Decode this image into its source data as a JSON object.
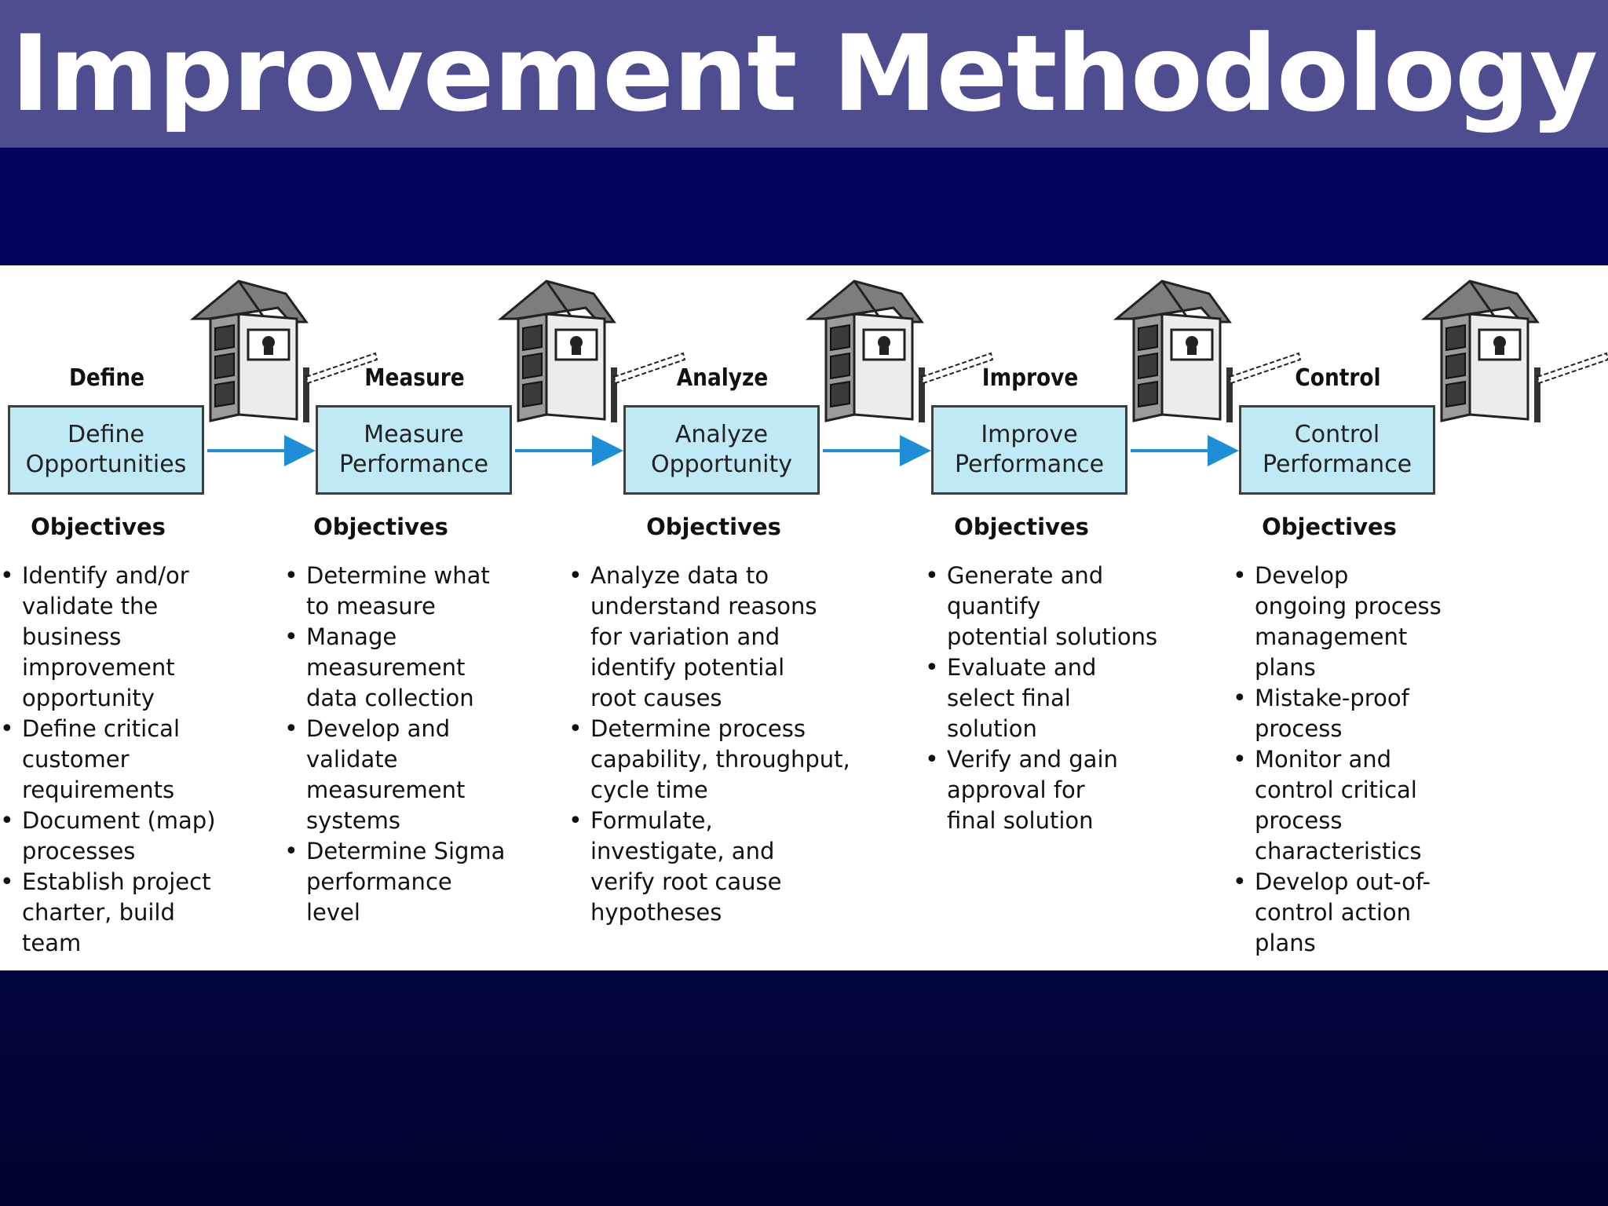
{
  "title": "Improvement Methodology",
  "colors": {
    "header": "#4e4d8f",
    "band": "#03045e",
    "box_fill": "#bfeaf5",
    "arrow": "#1e8fd6"
  },
  "phases": [
    {
      "label": "Define",
      "box_line1": "Define",
      "box_line2": "Opportunities",
      "objectives_heading": "Objectives",
      "objectives": [
        "Identify and/or\nvalidate the\nbusiness\nimprovement\nopportunity",
        "Define critical\ncustomer\nrequirements",
        "Document (map)\nprocesses",
        "Establish project\ncharter, build\nteam"
      ]
    },
    {
      "label": "Measure",
      "box_line1": "Measure",
      "box_line2": "Performance",
      "objectives_heading": "Objectives",
      "objectives": [
        "Determine what\nto measure",
        "Manage\nmeasurement\ndata collection",
        "Develop and\nvalidate\nmeasurement\nsystems",
        "Determine Sigma\nperformance\nlevel"
      ]
    },
    {
      "label": "Analyze",
      "box_line1": "Analyze",
      "box_line2": "Opportunity",
      "objectives_heading": "Objectives",
      "objectives": [
        "Analyze data to\nunderstand reasons\nfor variation and\nidentify potential\nroot causes",
        "Determine process\ncapability, throughput,\ncycle time",
        "Formulate,\ninvestigate, and\nverify root cause\nhypotheses"
      ]
    },
    {
      "label": "Improve",
      "box_line1": "Improve",
      "box_line2": "Performance",
      "objectives_heading": "Objectives",
      "objectives": [
        "Generate and\nquantify\npotential solutions",
        "Evaluate and\nselect final\nsolution",
        "Verify and gain\napproval for\nfinal solution"
      ]
    },
    {
      "label": "Control",
      "box_line1": "Control",
      "box_line2": "Performance",
      "objectives_heading": "Objectives",
      "objectives": [
        "Develop\nongoing process\nmanagement\nplans",
        "Mistake-proof\nprocess",
        "Monitor and\ncontrol critical\nprocess\ncharacteristics",
        "Develop out-of-\ncontrol action\nplans"
      ]
    }
  ]
}
